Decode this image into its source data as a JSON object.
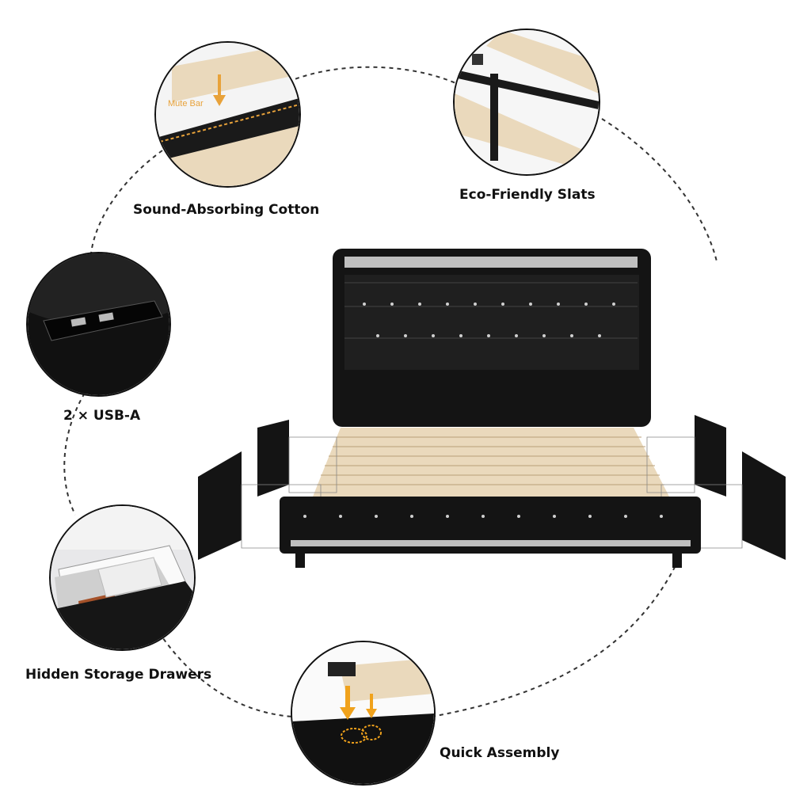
{
  "features": {
    "sound_absorbing": {
      "label": "Sound-Absorbing Cotton",
      "callout": "Mute Bar",
      "icon": "mute-bar-icon"
    },
    "eco_slats": {
      "label": "Eco-Friendly Slats",
      "icon": "slats-icon"
    },
    "usb": {
      "label": "2 × USB-A",
      "icon": "usb-port-icon"
    },
    "storage": {
      "label": "Hidden Storage Drawers",
      "icon": "drawer-icon"
    },
    "assembly": {
      "label": "Quick Assembly",
      "icon": "assembly-clip-icon"
    }
  },
  "product": {
    "name": "bed-frame",
    "icon": "upholstered-bed-icon"
  },
  "colors": {
    "upholstery": "#141414",
    "slat_wood": "#ead9bc",
    "accent_arrow": "#f0a21c",
    "outline": "#111111",
    "dashed_connector": "#333333",
    "led_strip": "#bfbfbf"
  }
}
